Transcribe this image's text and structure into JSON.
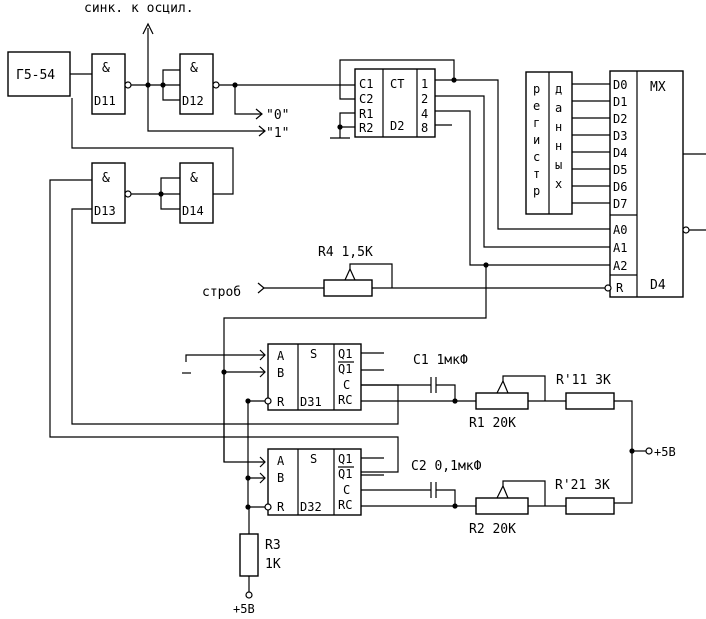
{
  "labels": {
    "sync": "синк. к осцил.",
    "gen": "Г5-54",
    "and": "&",
    "d11": "D11",
    "d12": "D12",
    "d13": "D13",
    "d14": "D14",
    "zero": "\"0\"",
    "one": "\"1\"",
    "ct": {
      "c1": "C1",
      "c2": "C2",
      "r1": "R1",
      "r2": "R2",
      "title": "CT",
      "name": "D2",
      "o1": "1",
      "o2": "2",
      "o4": "4",
      "o8": "8"
    },
    "register": [
      "р",
      "е",
      "г",
      "и",
      "с",
      "т",
      "р"
    ],
    "data": [
      "д",
      "а",
      "н",
      "н",
      "ы",
      "х"
    ],
    "mx": {
      "title": "MX",
      "name": "D4",
      "inputs": [
        "D0",
        "D1",
        "D2",
        "D3",
        "D4",
        "D5",
        "D6",
        "D7"
      ],
      "addr": [
        "A0",
        "A1",
        "A2"
      ],
      "reset": "R"
    },
    "r4": "R4 1,5K",
    "strobe": "строб",
    "one_shot": {
      "a": "A",
      "b": "B",
      "r": "R",
      "s": "S",
      "q": "Q1",
      "c": "C",
      "rc": "RC"
    },
    "d31": "D31",
    "d32": "D32",
    "c1": "C1 1мкФ",
    "c2": "C2 0,1мкФ",
    "r11": "R'11 3K",
    "r21": "R'21 3K",
    "r1": "R1 20K",
    "r2": "R2 20K",
    "r3_name": "R3",
    "r3_val": "1K",
    "plus5": "+5В"
  }
}
